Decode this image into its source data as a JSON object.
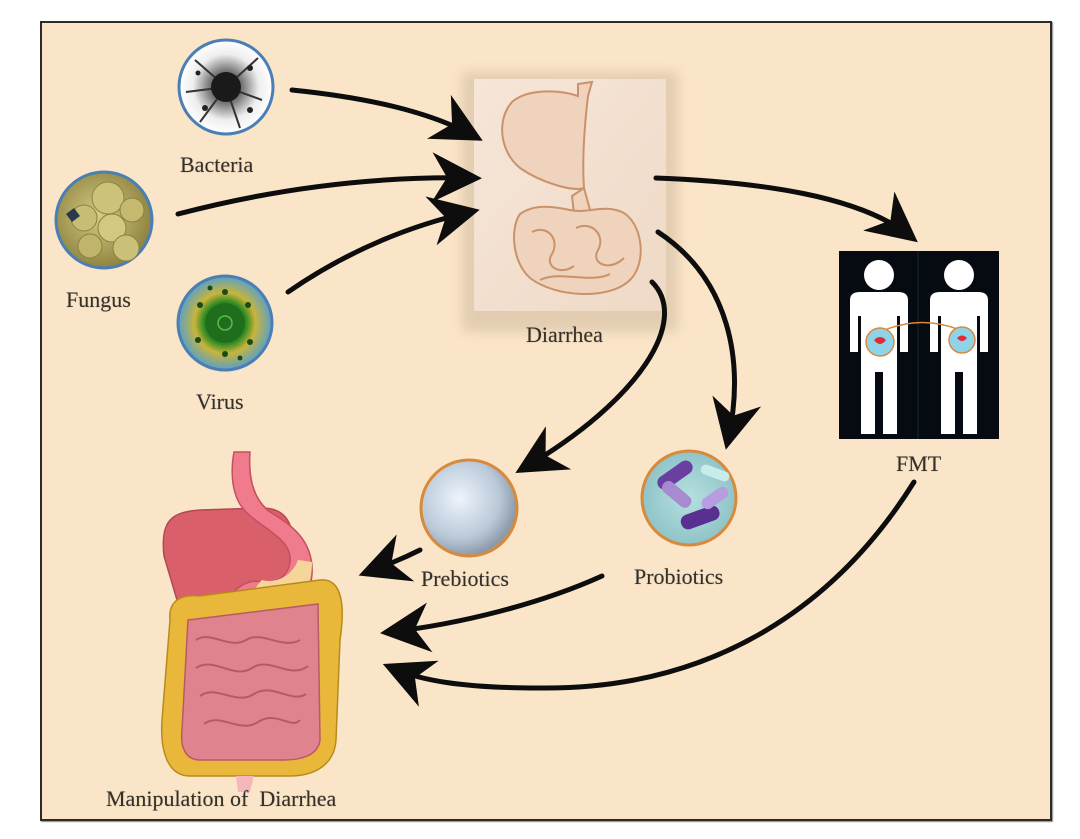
{
  "title": "Manipulation of Diarrhea",
  "colors": {
    "background": "#fbe5c8",
    "border": "#2e2a26",
    "arrow": "#0d0d0d",
    "ring_blue": "#4a7fb5",
    "ring_orange": "#d88a3c",
    "fmt_panel": "#050b10",
    "diarrhea_card": "#f4e2d2",
    "intestine_outline": "#c9926a",
    "liver": "#d9606a",
    "stomach": "#f07b8c",
    "colon": "#e9b83a",
    "small_intestine": "#e0838f"
  },
  "nodes": {
    "bacteria": {
      "label": "Bacteria",
      "icon": "bacteria-micrograph-icon"
    },
    "fungus": {
      "label": "Fungus",
      "icon": "fungus-micrograph-icon"
    },
    "virus": {
      "label": "Virus",
      "icon": "virus-micrograph-icon"
    },
    "diarrhea": {
      "label": "Diarrhea",
      "icon": "gut-sketch-icon"
    },
    "fmt": {
      "label": "FMT",
      "icon": "fecal-transplant-people-icon"
    },
    "prebiotics": {
      "label": "Prebiotics",
      "icon": "prebiotic-powder-icon"
    },
    "probiotics": {
      "label": "Probiotics",
      "icon": "probiotic-bacteria-icon"
    },
    "manipulation": {
      "label": "Manipulation of  Diarrhea",
      "icon": "digestive-system-icon"
    }
  },
  "edges": [
    {
      "from": "Bacteria",
      "to": "Diarrhea"
    },
    {
      "from": "Fungus",
      "to": "Diarrhea"
    },
    {
      "from": "Virus",
      "to": "Diarrhea"
    },
    {
      "from": "Diarrhea",
      "to": "FMT"
    },
    {
      "from": "Diarrhea",
      "to": "Prebiotics"
    },
    {
      "from": "Diarrhea",
      "to": "Probiotics"
    },
    {
      "from": "Prebiotics",
      "to": "Manipulation of Diarrhea"
    },
    {
      "from": "Probiotics",
      "to": "Manipulation of Diarrhea"
    },
    {
      "from": "FMT",
      "to": "Manipulation of Diarrhea"
    }
  ]
}
